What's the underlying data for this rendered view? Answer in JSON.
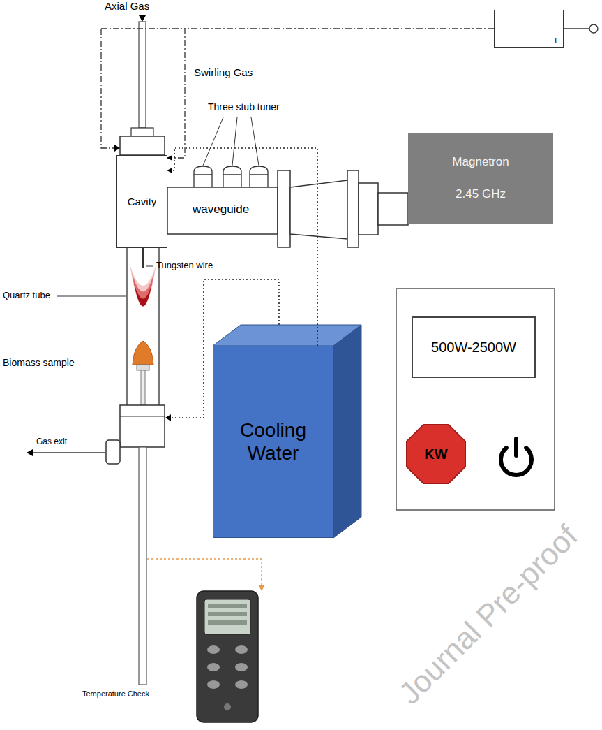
{
  "diagram": {
    "nodes": [
      {
        "text": [
          "F"
        ]
      },
      {
        "text": [
          "Cavity"
        ]
      },
      {
        "text": [
          "Magnetron",
          "2.45 GHz"
        ]
      },
      {
        "text": [
          "Cooling Water"
        ]
      },
      {
        "text": [
          "500W-2500W"
        ]
      },
      {
        "text": [
          "KW"
        ]
      }
    ],
    "edges": [
      {
        "from": 0,
        "to": 1,
        "arrow": "to"
      },
      {
        "from": 3,
        "to": 1,
        "arrow": "to"
      }
    ],
    "labels": [
      "Axial Gas",
      "Swirling Gas",
      "Three stub tuner",
      "waveguide",
      "Tungsten wire",
      "Quartz tube",
      "Biomass sample",
      "Gas exit",
      "Temperature Check",
      "Journal Pre-proof"
    ]
  }
}
